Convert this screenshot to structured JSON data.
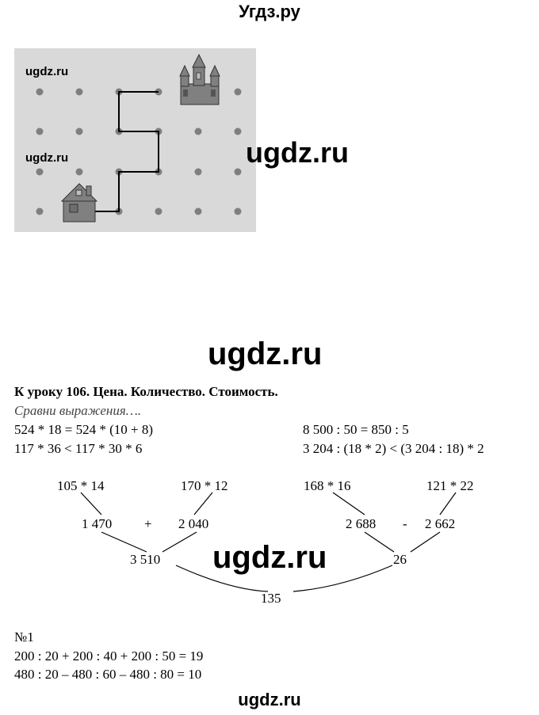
{
  "header": {
    "title": "Угдз.ру"
  },
  "watermarks": {
    "grid_top": "ugdz.ru",
    "grid_mid": "ugdz.ru",
    "right_big": "ugdz.ru",
    "center_big": "ugdz.ru",
    "tree_big": "ugdz.ru",
    "footer": "ugdz.ru"
  },
  "colors": {
    "panel": "#d9d9d9",
    "dot": "#7f7f7f",
    "path": "#000000",
    "building": "#808080"
  },
  "lesson": {
    "title": "К уроку 106. Цена. Количество. Стоимость.",
    "subtitle": "Сравни выражения….",
    "left_lines": [
      "524 * 18 = 524 * (10 + 8)",
      "117 * 36 < 117 * 30 * 6"
    ],
    "right_lines": [
      "8 500 : 50 = 850 : 5",
      "3 204 : (18 * 2) < (3 204 : 18) * 2"
    ]
  },
  "tree": {
    "left_top_a": "105 * 14",
    "left_top_b": "170 * 12",
    "left_mid_a": "1 470",
    "left_op": "+",
    "left_mid_b": "2 040",
    "left_result": "3 510",
    "right_top_a": "168 * 16",
    "right_top_b": "121 * 22",
    "right_mid_a": "2 688",
    "right_op": "-",
    "right_mid_b": "2 662",
    "right_result": "26",
    "final": "135"
  },
  "task": {
    "number": "№1",
    "lines": [
      "200 : 20 + 200 : 40 + 200 : 50 = 19",
      "480 : 20 – 480 : 60 – 480 : 80 = 10"
    ]
  }
}
